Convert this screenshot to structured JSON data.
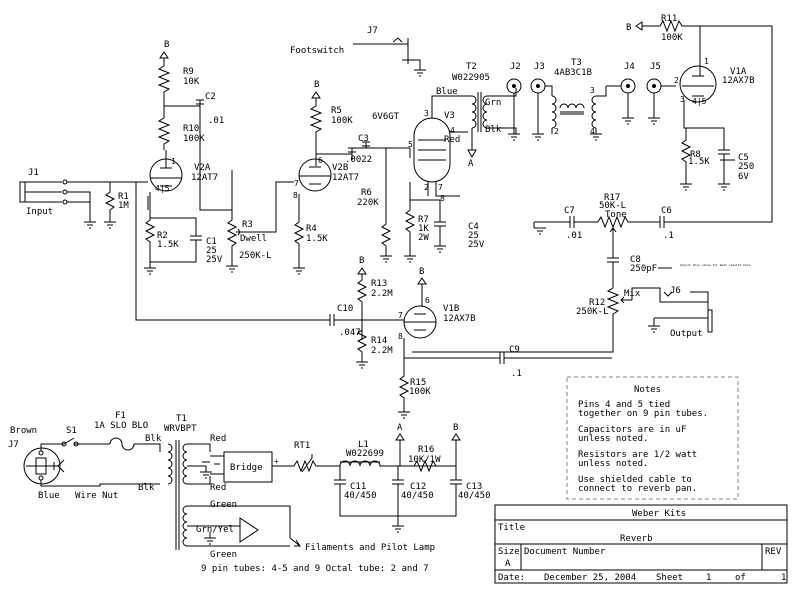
{
  "colors": {
    "ink": "#000000",
    "paper": "#ffffff",
    "notes_border": "#888888"
  },
  "labels": {
    "j7_top": "J7",
    "footswitch": "Footswitch",
    "b_r9": "B",
    "r9": "R9",
    "r9_val": "10K",
    "c2": "C2",
    "c2_val": ".01",
    "r10": "R10",
    "r10_val": "100K",
    "v2a_pin": "1",
    "v2a": "V2A",
    "v2a_type": "12AT7",
    "v2a_pins": "4|5",
    "j1": "J1",
    "input": "Input",
    "r1": "R1",
    "r1_val": "1M",
    "r2": "R2",
    "r2_val": "1.5K",
    "c1": "C1",
    "c1_v1": "25",
    "c1_v2": "25V",
    "r3": "R3",
    "dwell": "Dwell",
    "r3_val": "250K-L",
    "b_r5": "B",
    "r5": "R5",
    "r5_val": "100K",
    "v2b": "V2B",
    "v2b_type": "12AT7",
    "c3": "C3",
    "c3_val": ".0022",
    "r4": "R4",
    "r4_val": "1.5K",
    "r6": "R6",
    "r6_val": "220K",
    "v3_tube": "6V6GT",
    "v3": "V3",
    "r7": "R7",
    "r7_v1": "1K",
    "r7_v2": "2W",
    "c4": "C4",
    "c4_v1": "25",
    "c4_v2": "25V",
    "t2": "T2",
    "t2_part": "W022905",
    "blue": "Blue",
    "red": "Red",
    "grn": "Grn",
    "blk": "Blk",
    "a_t2": "A",
    "j2": "J2",
    "j3": "J3",
    "t3": "T3",
    "t3_part": "4AB3C1B",
    "j4": "J4",
    "j5": "J5",
    "b_r11": "B",
    "r11": "R11",
    "r11_val": "100K",
    "v1a": "V1A",
    "v1a_type": "12AX7B",
    "v1a_pins": "4|5",
    "r8": "R8",
    "r8_val": "1.5K",
    "c5": "C5",
    "c5_v1": "250",
    "c5_v2": "6V",
    "c7": "C7",
    "c7_val": ".01",
    "r17": "R17",
    "r17_val": "50K-L",
    "tone": "Tone",
    "c6": "C6",
    "c6_val": ".1",
    "c8": "C8",
    "c8_val": "250pF",
    "c8_note": "Adjust this value for best results here",
    "r12": "R12",
    "r12_val": "250K-L",
    "mix": "Mix",
    "j6": "J6",
    "output": "Output",
    "b_r13": "B",
    "r13": "R13",
    "r13_val": "2.2M",
    "b_v1b": "B",
    "v1b": "V1B",
    "v1b_type": "12AX7B",
    "c10": "C10",
    "c10_val": ".047",
    "r14": "R14",
    "r14_val": "2.2M",
    "c9": "C9",
    "c9_val": ".1",
    "r15": "R15",
    "r15_val": "100K",
    "brown": "Brown",
    "s1": "S1",
    "f1": "F1",
    "f1_val": "1A SLO BLO",
    "t1": "T1",
    "t1_part": "WRVBPT",
    "blk_top": "Blk",
    "blk_bot": "Blk",
    "j7_pwr": "J7",
    "blue_pwr": "Blue",
    "wire_nut": "Wire Nut",
    "red_top": "Red",
    "red_bot": "Red",
    "bridge": "Bridge",
    "rt1": "RT1",
    "l1": "L1",
    "l1_part": "W022699",
    "a_supply": "A",
    "b_supply": "B",
    "r16": "R16",
    "r16_val": "10K/1W",
    "c11": "C11",
    "c11_val": "40/450",
    "c12": "C12",
    "c12_val": "40/450",
    "c13": "C13",
    "c13_val": "40/450",
    "green_top": "Green",
    "grn_yel": "Grn/Yel",
    "green_bot": "Green",
    "filaments": "Filaments and Pilot Lamp",
    "tube_note": "9 pin tubes: 4-5 and 9   Octal tube: 2 and 7"
  },
  "notes": {
    "title": "Notes",
    "lines": [
      "Pins 4 and 5 tied",
      "together on 9 pin tubes.",
      "Capacitors are in uF",
      "unless noted.",
      "Resistors are 1/2 watt",
      "unless noted.",
      "Use shielded cable to",
      "connect to reverb pan."
    ]
  },
  "title_block": {
    "company": "Weber Kits",
    "title_label": "Title",
    "title": "Reverb",
    "size_label": "Size",
    "size": "A",
    "docnum_label": "Document Number",
    "rev_label": "REV",
    "date_label": "Date:",
    "date": "December 25, 2004",
    "sheet_label": "Sheet",
    "sheet": "1",
    "of_label": "of",
    "of": "1"
  }
}
